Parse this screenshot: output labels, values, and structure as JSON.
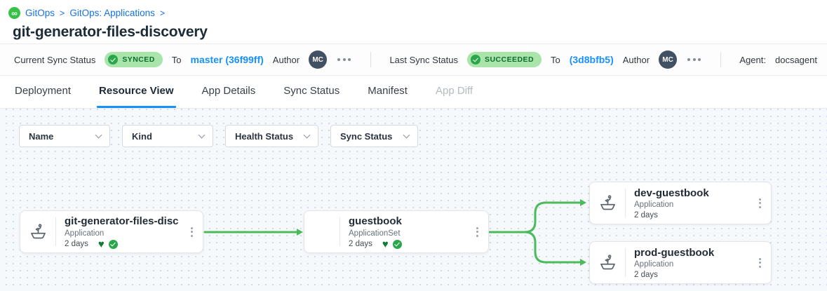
{
  "breadcrumb": {
    "icon": "gitops-infinity-icon",
    "infinity_glyph": "∞",
    "items": [
      "GitOps",
      "GitOps: Applications"
    ],
    "separator": ">"
  },
  "page_title": "git-generator-files-discovery",
  "status_bar": {
    "current": {
      "label": "Current Sync Status",
      "status": "SYNCED",
      "to_label": "To",
      "commit": "master (36f99ff)",
      "author_label": "Author",
      "author_initials": "MC"
    },
    "last": {
      "label": "Last Sync Status",
      "status": "SUCCEEDED",
      "to_label": "To",
      "commit": "(3d8bfb5)",
      "author_label": "Author",
      "author_initials": "MC"
    },
    "agent": {
      "label": "Agent:",
      "value": "docsagent"
    }
  },
  "tabs": [
    {
      "label": "Deployment",
      "state": "normal"
    },
    {
      "label": "Resource View",
      "state": "active"
    },
    {
      "label": "App Details",
      "state": "normal"
    },
    {
      "label": "Sync Status",
      "state": "normal"
    },
    {
      "label": "Manifest",
      "state": "normal"
    },
    {
      "label": "App Diff",
      "state": "disabled"
    }
  ],
  "filters": [
    {
      "label": "Name"
    },
    {
      "label": "Kind"
    },
    {
      "label": "Health Status"
    },
    {
      "label": "Sync Status"
    }
  ],
  "icons": {
    "heart_glyph": "♥"
  },
  "colors": {
    "accent_blue": "#1890ff",
    "link_blue": "#1673e6",
    "badge_green_bg": "#a9e4ab",
    "badge_green_text": "#0e6b2e",
    "edge_green": "#4cbb59",
    "heart_green": "#117c36"
  },
  "graph": {
    "nodes": [
      {
        "title": "git-generator-files-disco...",
        "kind": "Application",
        "age": "2 days",
        "healthy": true,
        "synced": true
      },
      {
        "title": "guestbook",
        "kind": "ApplicationSet",
        "age": "2 days",
        "healthy": true,
        "synced": true
      },
      {
        "title": "dev-guestbook",
        "kind": "Application",
        "age": "2 days",
        "healthy": false,
        "synced": false
      },
      {
        "title": "prod-guestbook",
        "kind": "Application",
        "age": "2 days",
        "healthy": false,
        "synced": false
      }
    ]
  }
}
